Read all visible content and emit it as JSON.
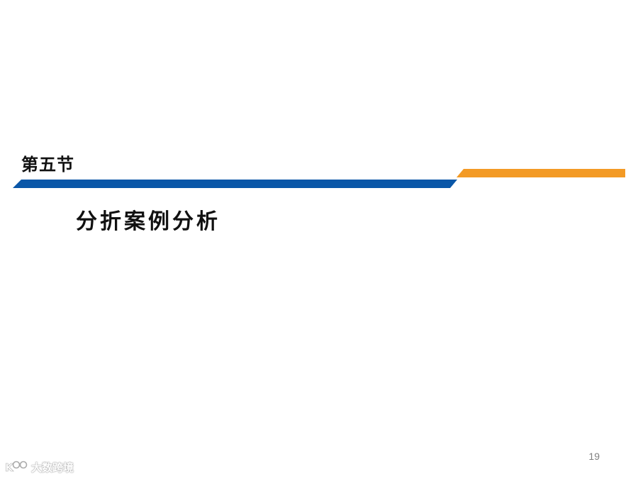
{
  "slide": {
    "section_label": "第五节",
    "title": "分折案例分析",
    "page_number": "19"
  },
  "divider": {
    "left_color": "#0a57a8",
    "right_color": "#f39a25"
  },
  "watermark": {
    "logo_icon": "loop-logo-icon",
    "logo_text": "K",
    "text": "大数跨境"
  }
}
